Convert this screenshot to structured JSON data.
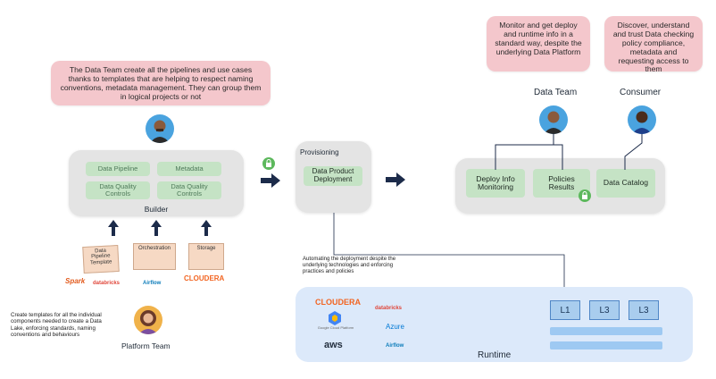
{
  "callouts": {
    "data_team_note": "The Data Team create all the pipelines and use cases thanks to templates that are helping to respect naming conventions, metadata management. They can group them in logical projects or not",
    "monitor_note": "Monitor and get deploy and runtime info in a standard way, despite the underlying Data Platform",
    "discover_note": "Discover, understand and trust Data checking policy compliance, metadata and requesting access to them"
  },
  "builder": {
    "title": "Builder",
    "items": [
      "Data Pipeline",
      "Metadata",
      "Data Quality Controls",
      "Data Quality Controls"
    ]
  },
  "provisioning": {
    "title": "Provisioning",
    "box": "Data Product Deployment"
  },
  "right_panel": {
    "items": [
      "Deploy Info Monitoring",
      "Policies Results",
      "Data Catalog"
    ]
  },
  "roles": {
    "data_team": "Data Team",
    "consumer": "Consumer",
    "platform_team": "Platform Team"
  },
  "templates": {
    "doc1": "Data Pipeline Template",
    "doc2": "Orchestration",
    "doc3": "Storage"
  },
  "logos": {
    "spark": "Spark",
    "databricks": "databricks",
    "airflow": "Airflow",
    "cloudera": "CLOUDERA",
    "cloudera_rt": "CLOUDERA",
    "databricks_rt": "databricks",
    "google": "Google Cloud Platform",
    "azure": "Azure",
    "aws": "aws",
    "airflow_rt": "Airflow"
  },
  "platform_note": "Create templates for all the individual components needed to create a Data Lake, enforcing standards, naming conventions and behaviours",
  "automation_note": "Automating the deployment despite the underlying technologies and enforcing practices and policies",
  "runtime": {
    "title": "Runtime",
    "layers": [
      "L1",
      "L3",
      "L3"
    ]
  },
  "colors": {
    "callout_pink": "#f4c7cc",
    "panel_gray": "#e4e4e4",
    "box_green": "#c5e3c5",
    "arrow_navy": "#1c2b4a",
    "runtime_blue": "#dce9fa",
    "lock_green": "#5cb85c"
  }
}
